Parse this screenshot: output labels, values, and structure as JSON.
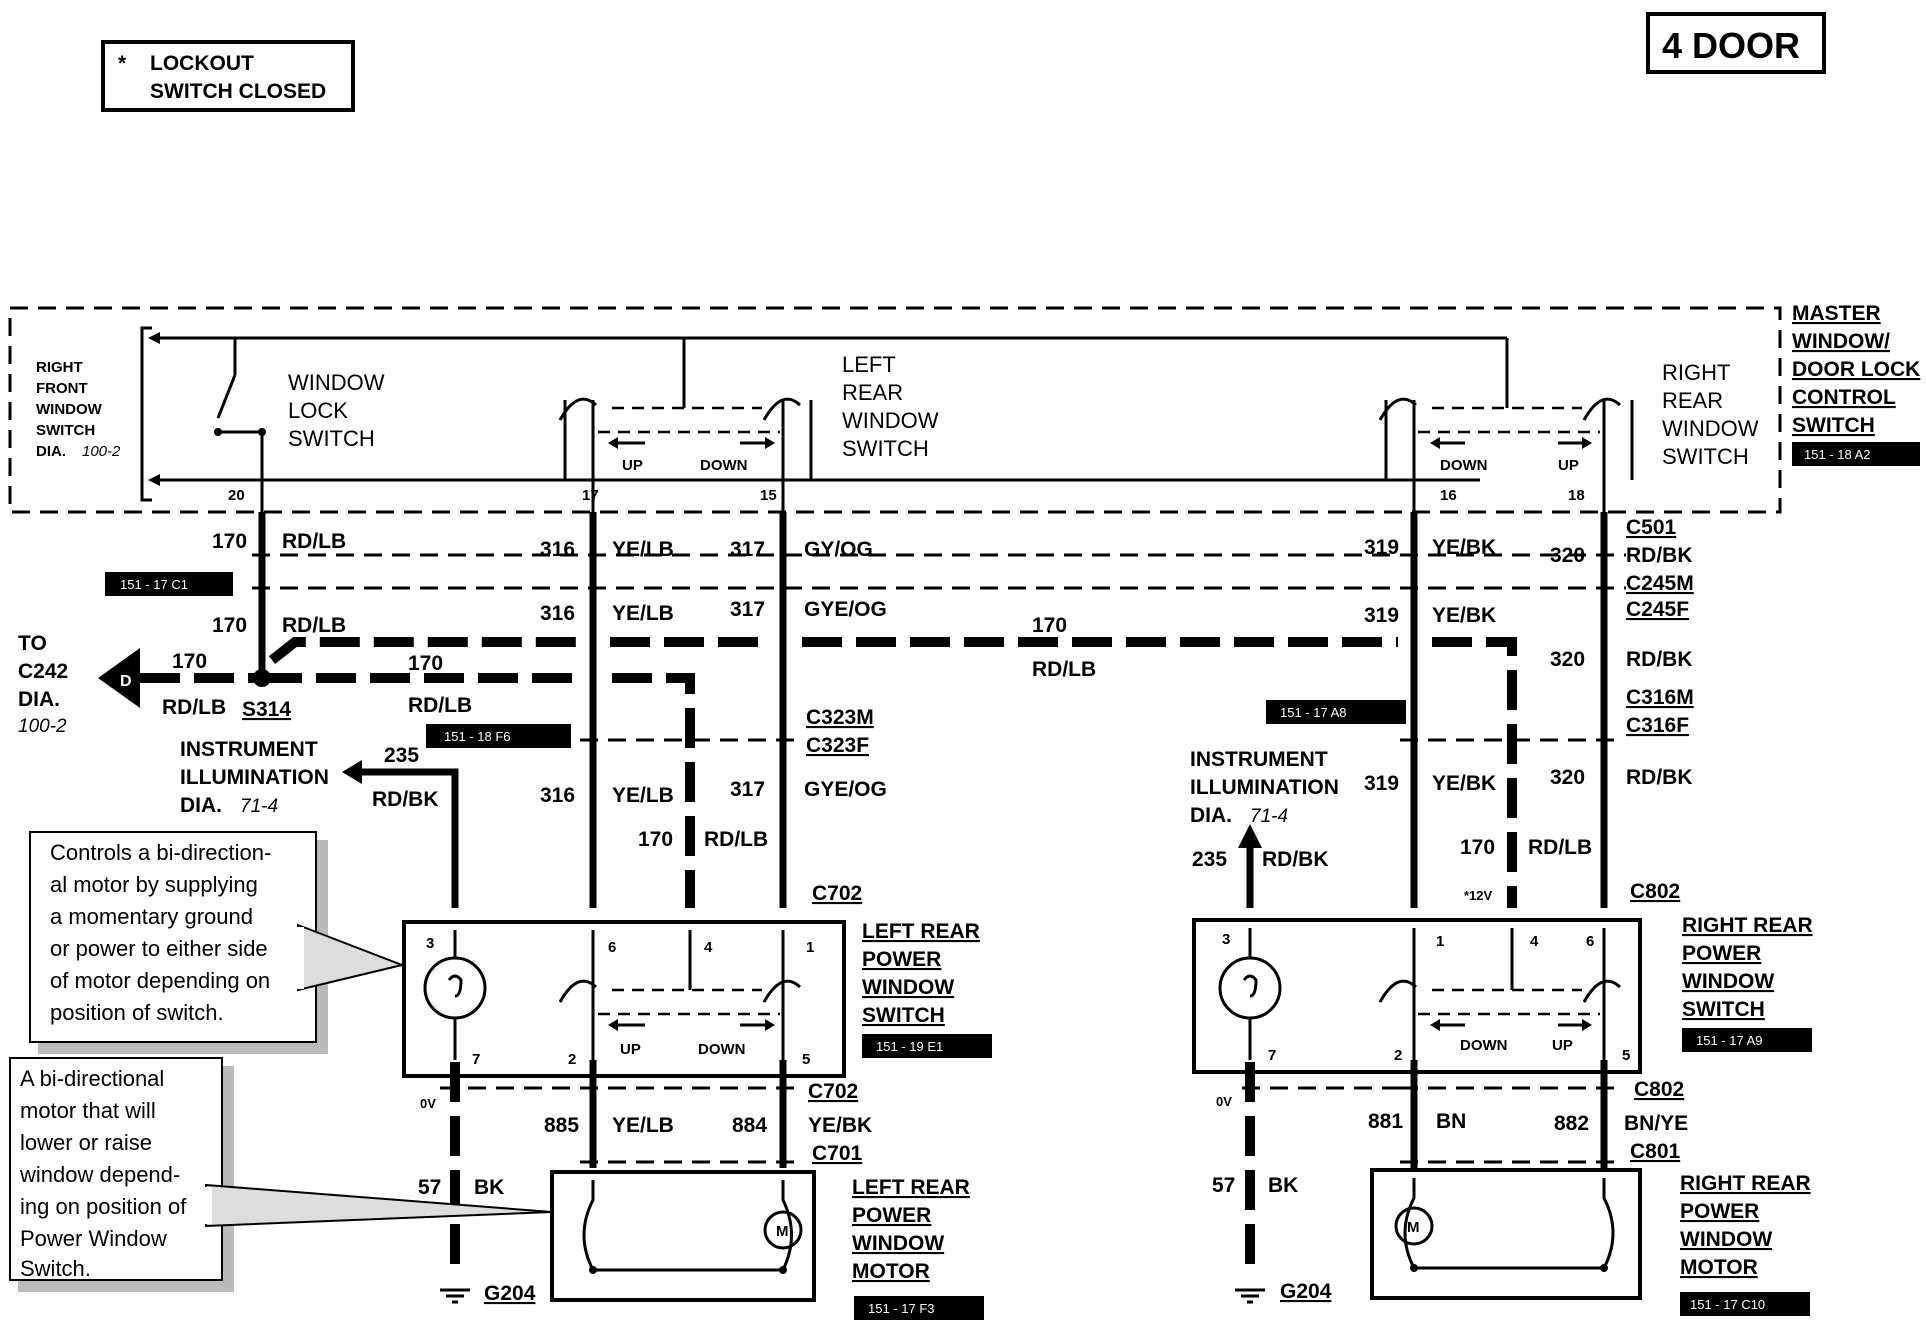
{
  "header": {
    "legend_star": "*",
    "legend_line1": "LOCKOUT",
    "legend_line2": "SWITCH CLOSED",
    "door_tag": "4 DOOR"
  },
  "master_switch": {
    "title": [
      "MASTER",
      "WINDOW/",
      "DOOR LOCK",
      "CONTROL",
      "SWITCH"
    ],
    "ref": "151 - 18 A2",
    "right_front_ref": [
      "RIGHT",
      "FRONT",
      "WINDOW",
      "SWITCH"
    ],
    "right_front_dia_label": "DIA.",
    "right_front_dia_num": "100-2",
    "window_lock": [
      "WINDOW",
      "LOCK",
      "SWITCH"
    ],
    "left_rear": [
      "LEFT",
      "REAR",
      "WINDOW",
      "SWITCH"
    ],
    "right_rear": [
      "RIGHT",
      "REAR",
      "WINDOW",
      "SWITCH"
    ],
    "up": "UP",
    "down": "DOWN",
    "pins": [
      "20",
      "17",
      "15",
      "16",
      "18"
    ]
  },
  "connectors": {
    "c501": "C501",
    "c245m": "C245M",
    "c245f": "C245F",
    "c316m": "C316M",
    "c316f": "C316F",
    "c323m": "C323M",
    "c323f": "C323F",
    "c702": "C702",
    "c701": "C701",
    "c802": "C802",
    "c801": "C801",
    "s314": "S314",
    "g204": "G204"
  },
  "wires": {
    "w170": "170",
    "w316": "316",
    "w317": "317",
    "w319": "319",
    "w320": "320",
    "w235": "235",
    "w885": "885",
    "w884": "884",
    "w881": "881",
    "w882": "882",
    "w57": "57",
    "rd_lb": "RD/LB",
    "ye_lb": "YE/LB",
    "gy_og": "GY/OG",
    "gye_og": "GYE/OG",
    "ye_bk": "YE/BK",
    "rd_bk": "RD/BK",
    "bk": "BK",
    "bn": "BN",
    "bn_ye": "BN/YE"
  },
  "refs": {
    "r_17c1": "151 - 17 C1",
    "r_18f6": "151 - 18 F6",
    "r_17a8": "151 - 17 A8",
    "r_19e1": "151 - 19 E1",
    "r_17a9": "151 - 17 A9",
    "r_17f3": "151 - 17 F3",
    "r_17c10": "151 - 17 C10"
  },
  "to_c242": {
    "line1": "TO",
    "line2": "C242",
    "line3": "DIA.",
    "dia": "100-2",
    "letter": "D"
  },
  "instrument": {
    "line1": "INSTRUMENT",
    "line2": "ILLUMINATION",
    "line3": "DIA.",
    "dia": "71-4"
  },
  "left_switch": {
    "title": [
      "LEFT REAR",
      "POWER",
      "WINDOW",
      "SWITCH"
    ],
    "pins": [
      "3",
      "6",
      "4",
      "1",
      "7",
      "2",
      "5"
    ]
  },
  "right_switch": {
    "title": [
      "RIGHT REAR",
      "POWER",
      "WINDOW",
      "SWITCH"
    ],
    "pins": [
      "3",
      "1",
      "4",
      "6",
      "7",
      "2",
      "5"
    ],
    "v12": "*12V"
  },
  "left_motor": {
    "title": [
      "LEFT REAR",
      "POWER",
      "WINDOW",
      "MOTOR"
    ],
    "m": "M"
  },
  "right_motor": {
    "title": [
      "RIGHT REAR",
      "POWER",
      "WINDOW",
      "MOTOR"
    ],
    "m": "M"
  },
  "ov": "0V",
  "callout1": [
    "Controls a bi-direction-",
    "al motor by supplying",
    "a momentary ground",
    "or power to either side",
    "of motor depending on",
    "position of switch."
  ],
  "callout2": [
    "A bi-directional",
    "motor that will",
    "lower or raise",
    "window depend-",
    "ing on position of",
    "Power Window",
    "Switch."
  ]
}
